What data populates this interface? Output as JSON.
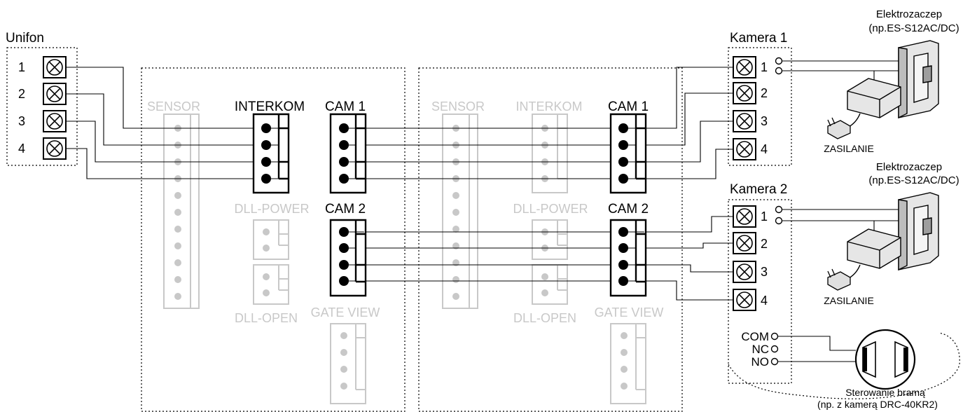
{
  "unifon": {
    "title": "Unifon",
    "terminals": [
      "1",
      "2",
      "3",
      "4"
    ]
  },
  "modules": [
    {
      "sensor": "SENSOR",
      "interkom": "INTERKOM",
      "cam1": "CAM 1",
      "cam2": "CAM 2",
      "dll_power": "DLL-POWER",
      "dll_open": "DLL-OPEN",
      "gate_view": "GATE VIEW"
    },
    {
      "sensor": "SENSOR",
      "interkom": "INTERKOM",
      "cam1": "CAM 1",
      "cam2": "CAM 2",
      "dll_power": "DLL-POWER",
      "dll_open": "DLL-OPEN",
      "gate_view": "GATE VIEW"
    }
  ],
  "camera1": {
    "title": "Kamera 1",
    "terminals": [
      "1",
      "2",
      "3",
      "4"
    ]
  },
  "camera2": {
    "title": "Kamera 2",
    "terminals": [
      "1",
      "2",
      "3",
      "4"
    ],
    "relay": [
      "COM",
      "NC",
      "NO"
    ]
  },
  "lock1": {
    "title": "Elektrozaczep",
    "model": "(np.ES-S12AC/DC)",
    "power": "ZASILANIE"
  },
  "lock2": {
    "title": "Elektrozaczep",
    "model": "(np.ES-S12AC/DC)",
    "power": "ZASILANIE"
  },
  "gate": {
    "title": "Sterowanie bramą",
    "note": "(np. z kamerą DRC-40KR2)"
  },
  "colors": {
    "active": "#000000",
    "inactive": "#c8c8c8",
    "lock_body": "#dddddd"
  }
}
